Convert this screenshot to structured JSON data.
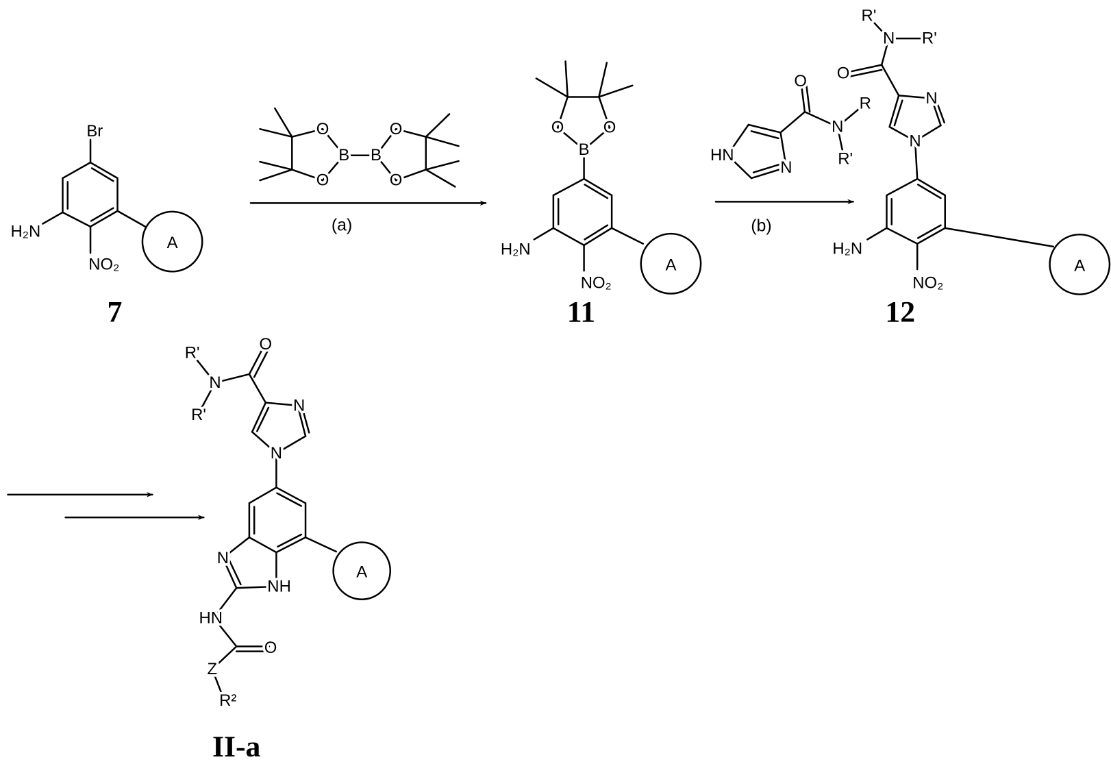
{
  "compounds": {
    "c7": {
      "number": "7",
      "br": "Br",
      "h2n": "H₂N",
      "no2": "NO₂",
      "ring": "A"
    },
    "c11": {
      "number": "11",
      "b": "B",
      "o1": "O",
      "o2": "O",
      "h2n": "H₂N",
      "no2": "NO₂",
      "ring": "A"
    },
    "c12": {
      "number": "12",
      "r1": "R'",
      "n": "N",
      "r2": "R'",
      "o": "O",
      "n3": "N",
      "n1": "N",
      "h2n": "H₂N",
      "no2": "NO₂",
      "ring": "A"
    },
    "c2a": {
      "number": "II-a",
      "r1": "R'",
      "n": "N",
      "r2": "R'",
      "o": "O",
      "n3": "N",
      "n1": "N",
      "bn": "N",
      "nh": "NH",
      "hn": "HN",
      "o2": "O",
      "z": "Z",
      "r2sub": "R²",
      "ring": "A"
    }
  },
  "reagents": {
    "b2pin2": {
      "o1": "O",
      "o2": "O",
      "b1": "B",
      "b2": "B",
      "o3": "O",
      "o4": "O"
    },
    "imidazole": {
      "hn": "HN",
      "n": "N",
      "o": "O",
      "namide": "N",
      "r": "R",
      "rprime": "R'"
    }
  },
  "steps": {
    "a": "(a)",
    "b": "(b)"
  }
}
